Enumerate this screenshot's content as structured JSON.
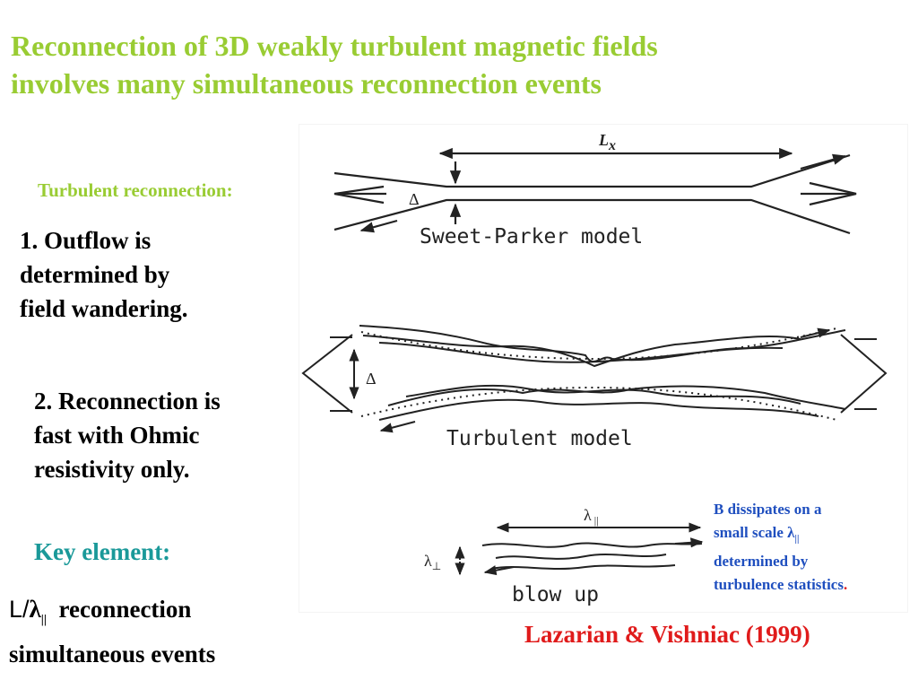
{
  "title": {
    "line1": "Reconnection of 3D weakly turbulent magnetic fields",
    "line2": "involves many simultaneous  reconnection events"
  },
  "left": {
    "subheading": "Turbulent reconnection:",
    "point1": {
      "l1": "1. Outflow is",
      "l2": "determined by",
      "l3": "field wandering."
    },
    "point2": {
      "l1": "2. Reconnection is",
      "l2": "fast with Ohmic",
      "l3": "resistivity only."
    },
    "key_label": "Key element:",
    "formula": {
      "L": "L/",
      "lambda": "λ",
      "sub": "||",
      "word1": "reconnection",
      "line2": "simultaneous events"
    }
  },
  "figure": {
    "lx_label": "L",
    "lx_sub": "x",
    "delta1": "Δ",
    "sweet_parker": "Sweet-Parker model",
    "delta2": "Δ",
    "turbulent": "Turbulent model",
    "lambda_par": "λ",
    "lambda_par_sub": "||",
    "lambda_perp": "λ",
    "lambda_perp_sub": "⊥",
    "blow_up": "blow up"
  },
  "note": {
    "l1": "B dissipates on a",
    "l2a": "small scale ",
    "l2_sym": "λ",
    "l2_sub": "||",
    "l3": "determined by",
    "l4": "turbulence statistics",
    "l4_end": "."
  },
  "citation": "Lazarian & Vishniac (1999)",
  "colors": {
    "title": "#99cc33",
    "key": "#1a9999",
    "note": "#1f4fbf",
    "citation": "#e01b1b"
  }
}
